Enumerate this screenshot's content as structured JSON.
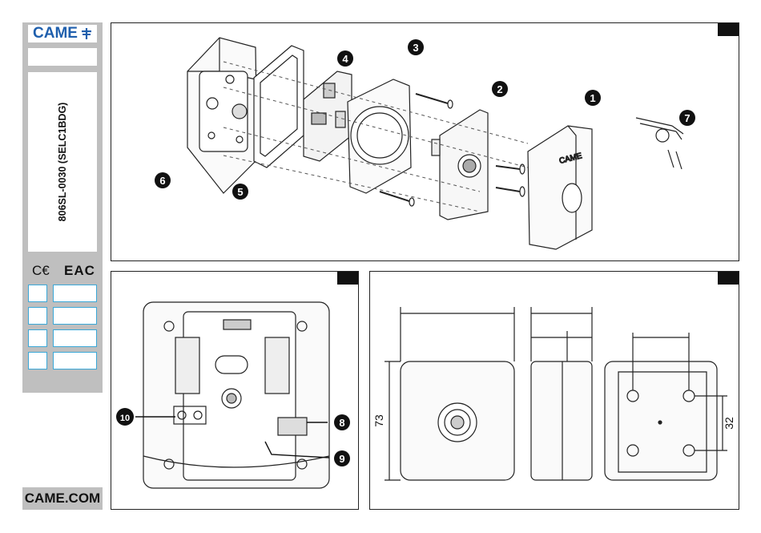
{
  "brand": {
    "logo_text": "CAME",
    "website": "CAME.COM"
  },
  "doc_code": "806SL-0030 (SELC1BDG)",
  "certifications": {
    "ce": "C€",
    "eac": "EAC"
  },
  "callouts": {
    "exploded": [
      "1",
      "2",
      "3",
      "4",
      "5",
      "6",
      "7"
    ],
    "board": [
      "8",
      "9",
      "10"
    ]
  },
  "dimensions": {
    "height": "73",
    "hole_spacing": "32"
  },
  "colors": {
    "brand_blue": "#1f5fad",
    "sidebar_grey": "#bfbfbf",
    "lang_border": "#3aa8d8",
    "callout": "#111111"
  }
}
